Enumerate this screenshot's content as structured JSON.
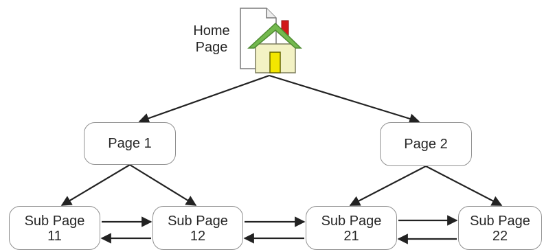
{
  "home": {
    "label_line1": "Home",
    "label_line2": "Page",
    "icon": "home-page-icon"
  },
  "pages": [
    {
      "id": "page1",
      "label": "Page 1"
    },
    {
      "id": "page2",
      "label": "Page 2"
    }
  ],
  "sub_pages": [
    {
      "id": "sub11",
      "line1": "Sub Page",
      "line2": "11"
    },
    {
      "id": "sub12",
      "line1": "Sub Page",
      "line2": "12"
    },
    {
      "id": "sub21",
      "line1": "Sub Page",
      "line2": "21"
    },
    {
      "id": "sub22",
      "line1": "Sub Page",
      "line2": "22"
    }
  ],
  "edges": [
    {
      "from": "home",
      "to": "page1",
      "kind": "hierarchy"
    },
    {
      "from": "home",
      "to": "page2",
      "kind": "hierarchy"
    },
    {
      "from": "page1",
      "to": "sub11",
      "kind": "hierarchy"
    },
    {
      "from": "page1",
      "to": "sub12",
      "kind": "hierarchy"
    },
    {
      "from": "page2",
      "to": "sub21",
      "kind": "hierarchy"
    },
    {
      "from": "page2",
      "to": "sub22",
      "kind": "hierarchy"
    },
    {
      "from": "sub11",
      "to": "sub12",
      "kind": "sequence"
    },
    {
      "from": "sub12",
      "to": "sub11",
      "kind": "sequence"
    },
    {
      "from": "sub12",
      "to": "sub21",
      "kind": "sequence"
    },
    {
      "from": "sub21",
      "to": "sub12",
      "kind": "sequence"
    },
    {
      "from": "sub21",
      "to": "sub22",
      "kind": "sequence"
    },
    {
      "from": "sub22",
      "to": "sub21",
      "kind": "sequence"
    }
  ],
  "colors": {
    "node_border": "#8f8f8f",
    "arrow": "#222222",
    "house_wall": "#f3f2c4",
    "house_roof": "#74b94e",
    "house_door": "#f3e600",
    "chimney": "#d11a1a",
    "document": "#ffffff"
  }
}
